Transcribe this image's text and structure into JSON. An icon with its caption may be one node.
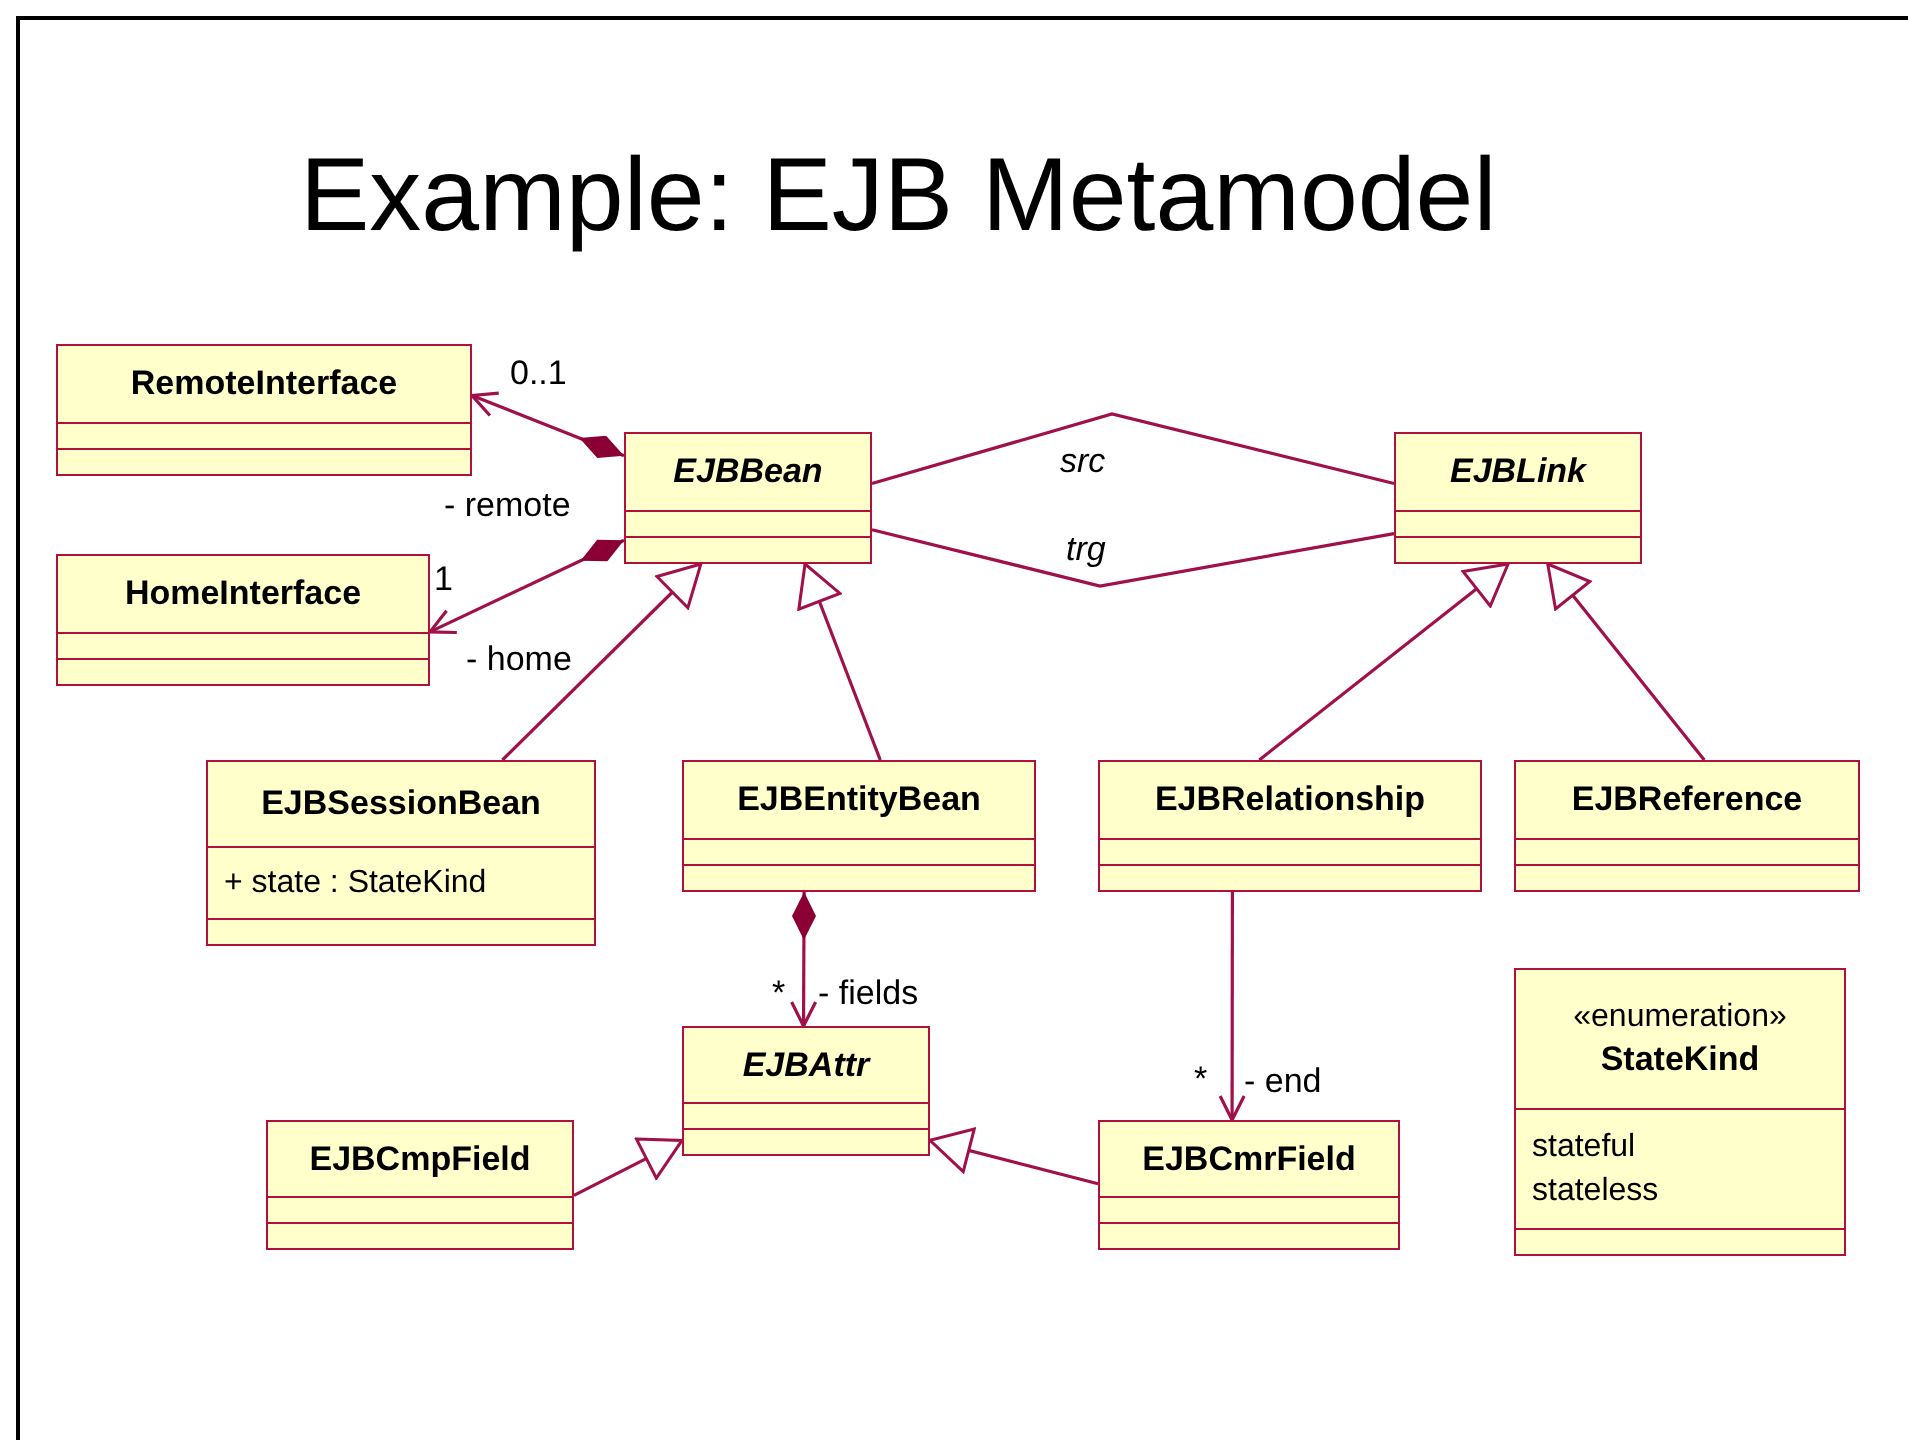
{
  "diagram": {
    "title": "Example: EJB Metamodel",
    "nodes": [
      {
        "text": [
          "RemoteInterface"
        ]
      },
      {
        "text": [
          "EJBBean"
        ]
      },
      {
        "text": [
          "EJBLink"
        ]
      },
      {
        "text": [
          "HomeInterface"
        ]
      },
      {
        "text": [
          "EJBSessionBean",
          "+ state : StateKind"
        ]
      },
      {
        "text": [
          "EJBEntityBean"
        ]
      },
      {
        "text": [
          "EJBRelationship"
        ]
      },
      {
        "text": [
          "EJBReference"
        ]
      },
      {
        "text": [
          "EJBAttr"
        ]
      },
      {
        "text": [
          "EJBCmpField"
        ]
      },
      {
        "text": [
          "EJBCmrField"
        ]
      },
      {
        "text": [
          "«enumeration»",
          "StateKind",
          "stateful",
          "stateless"
        ]
      }
    ],
    "edges": [
      {
        "from": 1,
        "to": 0,
        "arrow": "to",
        "label": "- remote"
      },
      {
        "from": 1,
        "to": 3,
        "arrow": "to",
        "label": "- home"
      },
      {
        "from": 4,
        "to": 1,
        "arrow": "to"
      },
      {
        "from": 5,
        "to": 1,
        "arrow": "to"
      },
      {
        "from": 1,
        "to": 2,
        "arrow": "none",
        "label": "src"
      },
      {
        "from": 1,
        "to": 2,
        "arrow": "none",
        "label": "trg"
      },
      {
        "from": 6,
        "to": 2,
        "arrow": "to"
      },
      {
        "from": 7,
        "to": 2,
        "arrow": "to"
      },
      {
        "from": 5,
        "to": 8,
        "arrow": "to",
        "label": "- fields"
      },
      {
        "from": 6,
        "to": 10,
        "arrow": "to",
        "label": "- end"
      },
      {
        "from": 9,
        "to": 8,
        "arrow": "to"
      },
      {
        "from": 10,
        "to": 8,
        "arrow": "to"
      }
    ],
    "labels": [
      "0..1",
      "1",
      "*",
      "*"
    ]
  }
}
